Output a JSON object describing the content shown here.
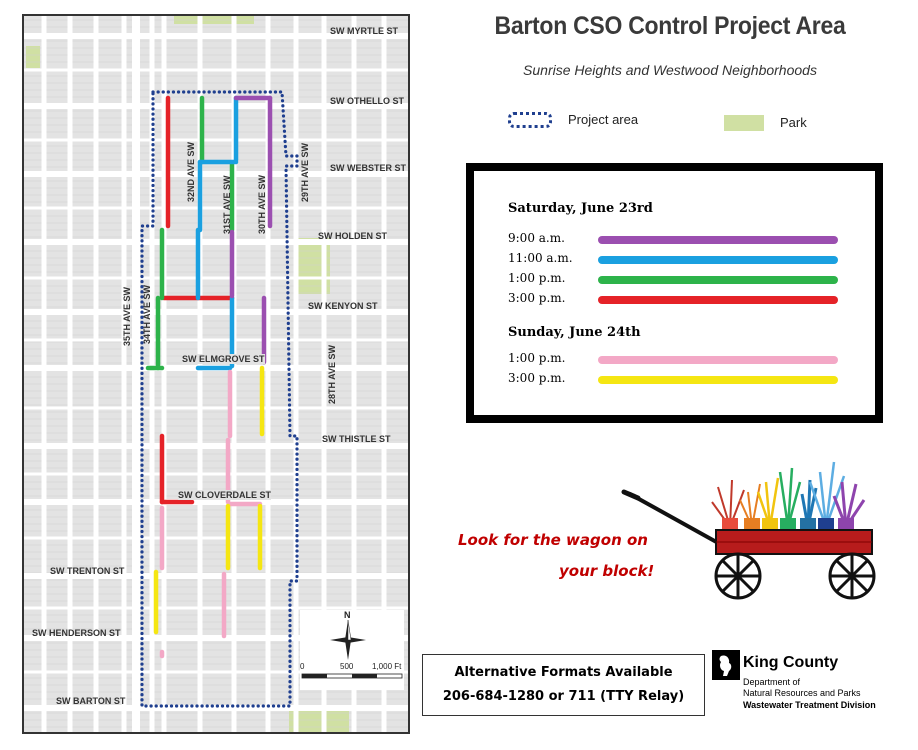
{
  "title": "Barton CSO Control Project Area",
  "subtitle": "Sunrise Heights and Westwood Neighborhoods",
  "legend": {
    "project_area_label": "Project area",
    "park_label": "Park",
    "project_area_color": "#1f3f8f",
    "park_color": "#d0e0a3"
  },
  "streets": {
    "myrtle": "SW MYRTLE ST",
    "othello": "SW OTHELLO ST",
    "webster": "SW WEBSTER ST",
    "holden": "SW HOLDEN ST",
    "kenyon": "SW KENYON ST",
    "elmgrove": "SW ELMGROVE ST",
    "thistle": "SW THISTLE ST",
    "cloverdale": "SW CLOVERDALE ST",
    "trenton": "SW TRENTON ST",
    "henderson": "SW HENDERSON ST",
    "barton": "SW BARTON ST",
    "ave35": "35TH AVE SW",
    "ave34": "34TH AVE SW",
    "ave32": "32ND AVE SW",
    "ave31": "31ST AVE SW",
    "ave30": "30TH AVE SW",
    "ave29": "29TH AVE SW",
    "ave28": "28TH AVE SW"
  },
  "scale": {
    "north": "N",
    "zero": "0",
    "mid": "500",
    "end": "1,000 Ft"
  },
  "schedule": {
    "saturday": {
      "title": "Saturday, June 23rd",
      "slots": [
        {
          "time": "9:00 a.m.",
          "color": "#9b4fb0"
        },
        {
          "time": "11:00 a.m.",
          "color": "#1aa0e0"
        },
        {
          "time": "1:00 p.m.",
          "color": "#2db34a"
        },
        {
          "time": "3:00 p.m.",
          "color": "#e52228"
        }
      ]
    },
    "sunday": {
      "title": "Sunday, June 24th",
      "slots": [
        {
          "time": "1:00 p.m.",
          "color": "#f3a8c6"
        },
        {
          "time": "3:00 p.m.",
          "color": "#f5e612"
        }
      ]
    }
  },
  "wagon": {
    "tagline_line1": "Look for the wagon on",
    "tagline_line2": "your block!"
  },
  "alt_formats": {
    "line1": "Alternative Formats Available",
    "line2": "206-684-1280 or 711 (TTY Relay)"
  },
  "king_county": {
    "name": "King County",
    "dept1": "Department of",
    "dept2": "Natural Resources and Parks",
    "division": "Wastewater Treatment Division"
  }
}
